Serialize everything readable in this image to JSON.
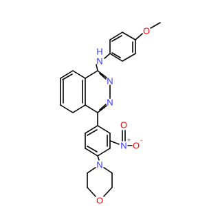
{
  "molecule": {
    "atoms": {
      "o_methoxy": "O",
      "nh_n": "N",
      "nh_h": "H",
      "n_ring_1": "N",
      "n_ring_2": "N",
      "n_nitro": "N",
      "n_nitro_charge": "+",
      "o_nitro_minus": "O",
      "o_nitro_minus_charge": "-",
      "o_nitro": "O",
      "n_morpholine": "N",
      "o_morpholine": "O"
    },
    "colors": {
      "bond": "#000000",
      "nitrogen": "#3333ff",
      "oxygen": "#ff0000",
      "carbon": "#000000"
    }
  }
}
